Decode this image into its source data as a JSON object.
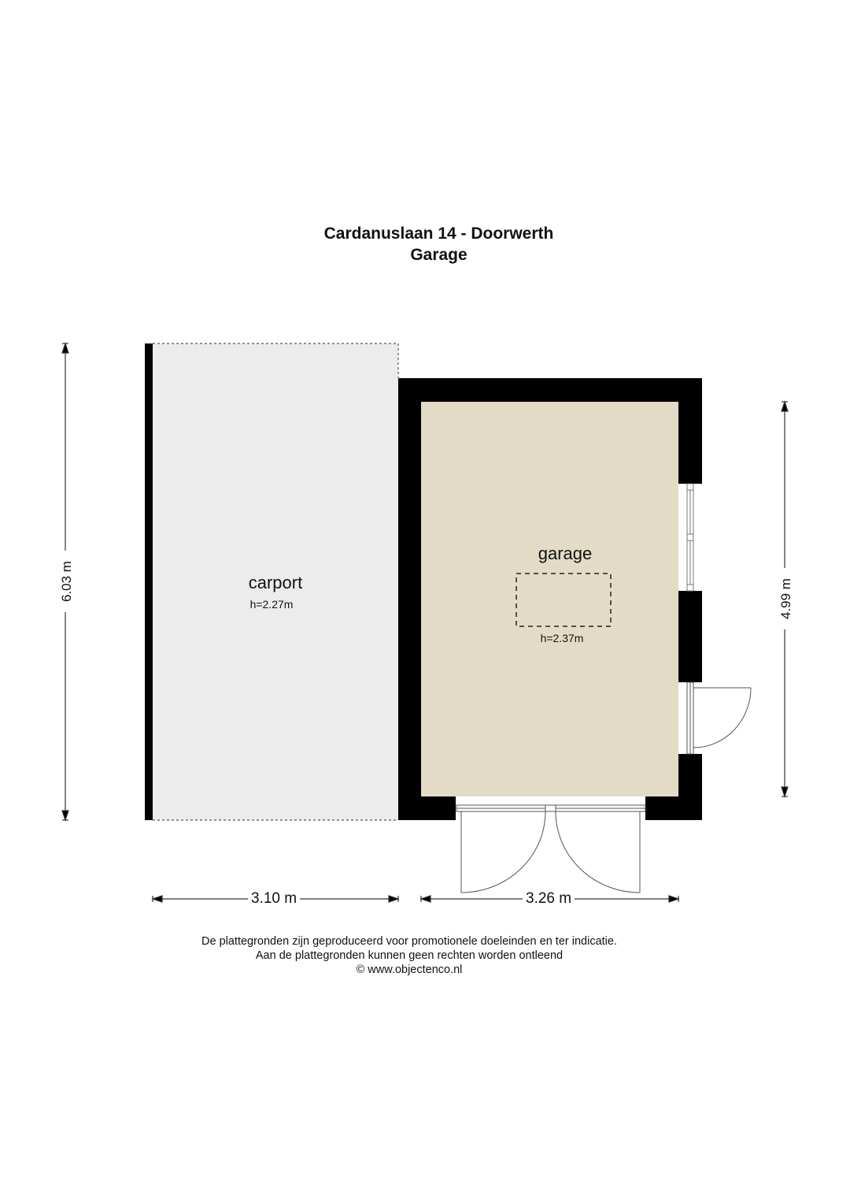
{
  "header": {
    "title": "Cardanuslaan 14 - Doorwerth",
    "subtitle": "Garage"
  },
  "rooms": [
    {
      "name": "carport",
      "height": "h=2.27m",
      "fill": "#ececec"
    },
    {
      "name": "garage",
      "height": "h=2.37m",
      "fill": "#e3dbc5"
    }
  ],
  "dimensions": {
    "left_vertical": "6.03 m",
    "right_vertical": "4.99 m",
    "bottom_left": "3.10 m",
    "bottom_right": "3.26 m"
  },
  "colors": {
    "wall": "#000000",
    "carport_fill": "#ececec",
    "garage_fill": "#e3dbc5"
  },
  "footer": {
    "line1": "De plattegronden zijn geproduceerd voor promotionele doeleinden en ter indicatie.",
    "line2": "Aan de plattegronden kunnen geen rechten worden ontleend",
    "line3": "© www.objectenco.nl"
  }
}
